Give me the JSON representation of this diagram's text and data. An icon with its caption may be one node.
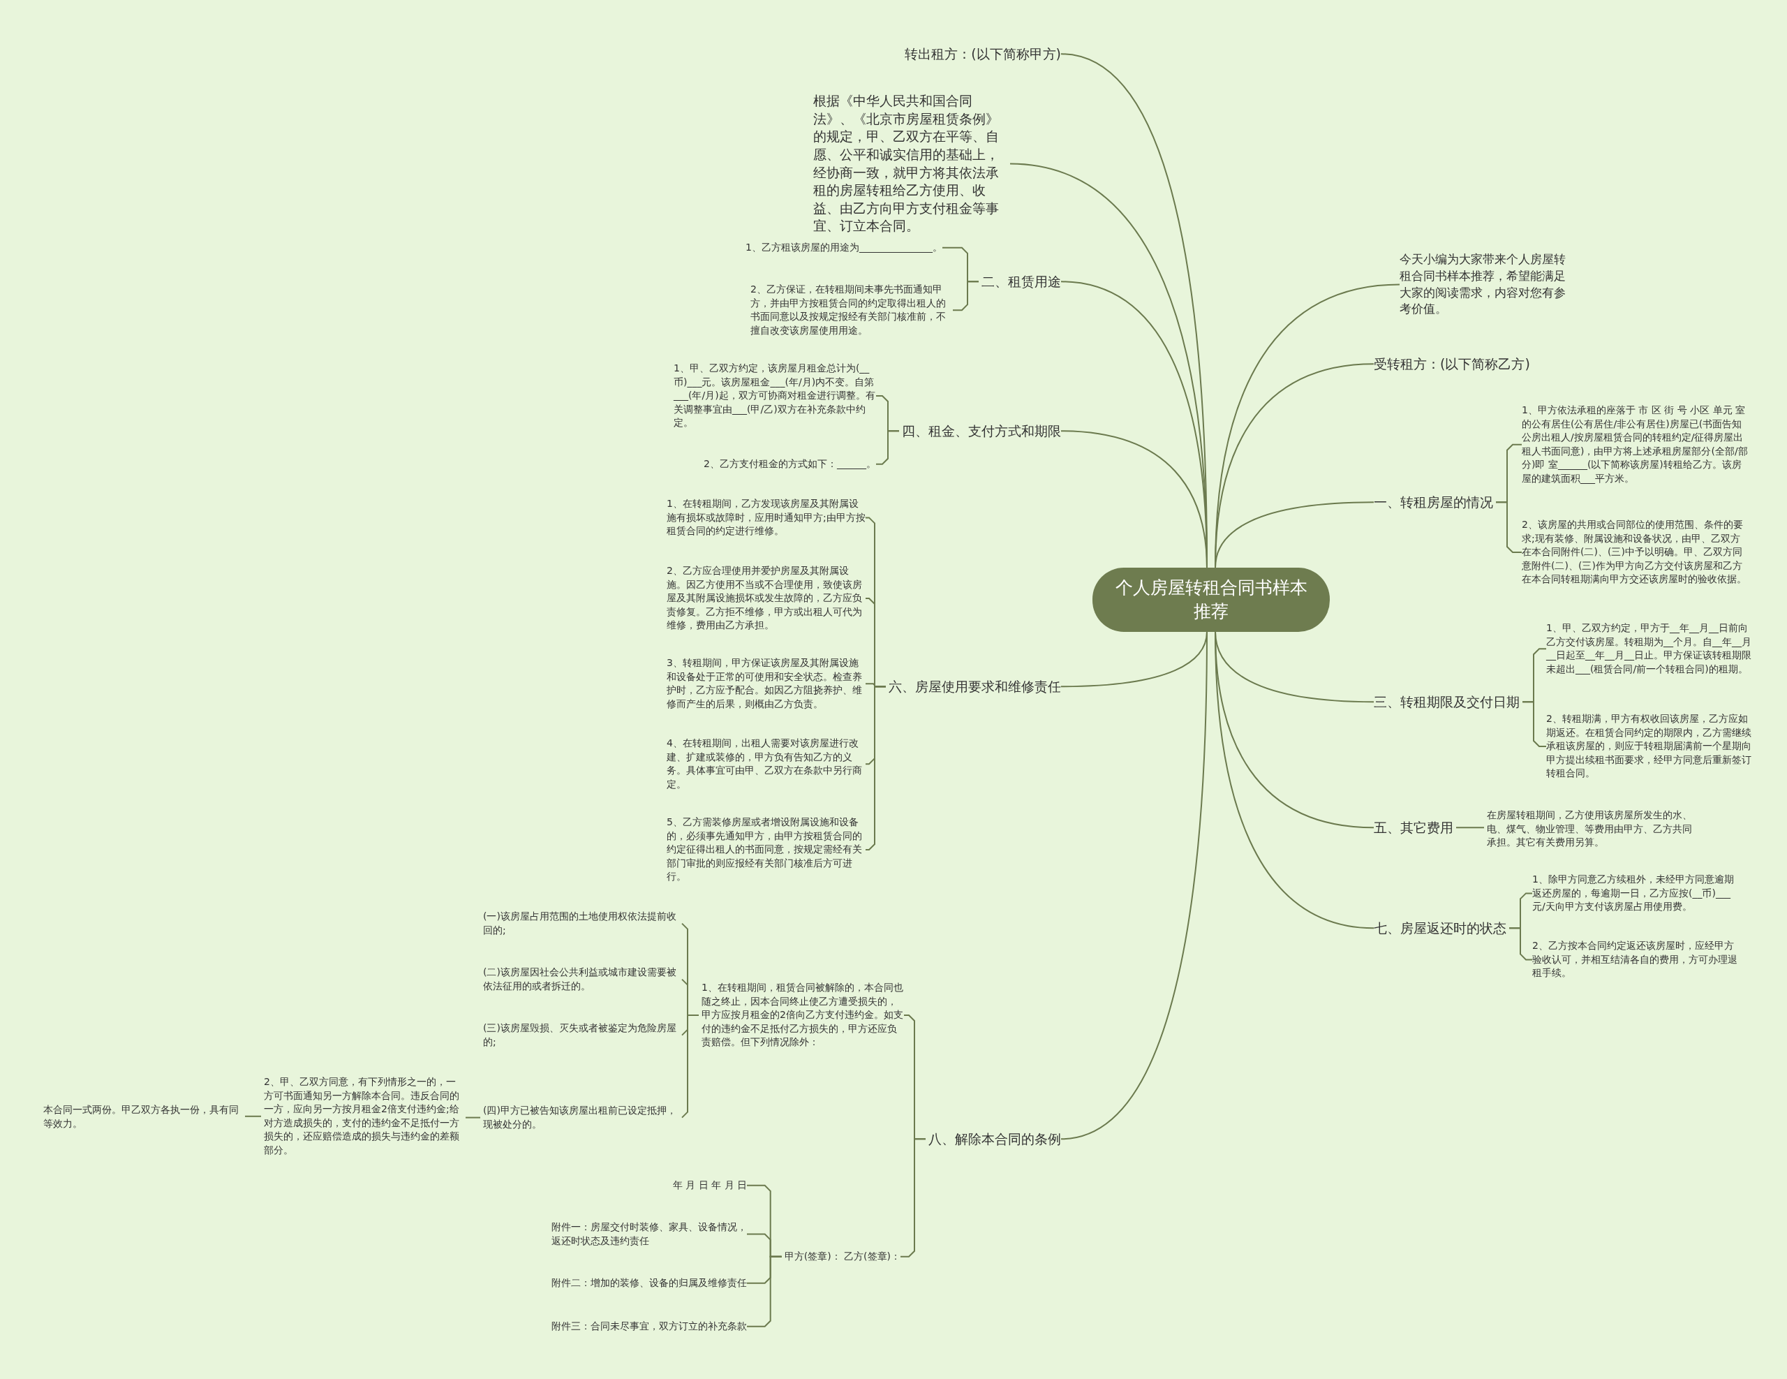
{
  "diagram": {
    "nodes": [
      {
        "text": [
          "个人房屋转租合同书样本推荐"
        ]
      },
      {
        "text": [
          "转出租方：(以下简称甲方)"
        ]
      },
      {
        "text": [
          "根据《中华人民共和国合同法》、《北京市房屋租赁条例》的规定，甲、乙双方在平等、自愿、公平和诚实信用的基础上，经协商一致，就甲方将其依法承租的房屋转租给乙方使用、收益、由乙方向甲方支付租金等事宜、订立本合同。"
        ]
      },
      {
        "text": [
          "二、租赁用途"
        ]
      },
      {
        "text": [
          "1、乙方租该房屋的用途为_______________。"
        ]
      },
      {
        "text": [
          "2、乙方保证，在转租期间未事先书面通知甲方，并由甲方按租赁合同的约定取得出租人的书面同意以及按规定报经有关部门核准前，不擅自改变该房屋使用用途。"
        ]
      },
      {
        "text": [
          "四、租金、支付方式和期限"
        ]
      },
      {
        "text": [
          "1、甲、乙双方约定，该房屋月租金总计为(__币)___元。该房屋租金___(年/月)内不变。自第___(年/月)起，双方可协商对租金进行调整。有关调整事宜由___(甲/乙)双方在补充条款中约定。"
        ]
      },
      {
        "text": [
          "2、乙方支付租金的方式如下：______。"
        ]
      },
      {
        "text": [
          "六、房屋使用要求和维修责任"
        ]
      },
      {
        "text": [
          "1、在转租期间，乙方发现该房屋及其附属设施有损坏或故障时，应用时通知甲方;由甲方按租赁合同的约定进行维修。"
        ]
      },
      {
        "text": [
          "2、乙方应合理使用并爱护房屋及其附属设施。因乙方使用不当或不合理使用，致使该房屋及其附属设施损坏或发生故障的，乙方应负责修复。乙方拒不维修，甲方或出租人可代为维修，费用由乙方承担。"
        ]
      },
      {
        "text": [
          "3、转租期间，甲方保证该房屋及其附属设施和设备处于正常的可使用和安全状态。检查养护时，乙方应予配合。如因乙方阻挠养护、维修而产生的后果，则概由乙方负责。"
        ]
      },
      {
        "text": [
          "4、在转租期间，出租人需要对该房屋进行改建、扩建或装修的，甲方负有告知乙方的义务。具体事宜可由甲、乙双方在条款中另行商定。"
        ]
      },
      {
        "text": [
          "5、乙方需装修房屋或者增设附属设施和设备的，必须事先通知甲方，由甲方按租赁合同的约定征得出租人的书面同意，按规定需经有关部门审批的则应报经有关部门核准后方可进行。"
        ]
      },
      {
        "text": [
          "八、解除本合同的条例"
        ]
      },
      {
        "text": [
          "1、在转租期间，租赁合同被解除的，本合同也随之终止，因本合同终止使乙方遭受损失的，甲方应按月租金的2倍向乙方支付违约金。如支付的违约金不足抵付乙方损失的，甲方还应负责赔偿。但下列情况除外："
        ]
      },
      {
        "text": [
          "(一)该房屋占用范围的土地使用权依法提前收回的;"
        ]
      },
      {
        "text": [
          "(二)该房屋因社会公共利益或城市建设需要被依法征用的或者拆迁的。"
        ]
      },
      {
        "text": [
          "(三)该房屋毁损、灭失或者被鉴定为危险房屋的;"
        ]
      },
      {
        "text": [
          "(四)甲方已被告知该房屋出租前已设定抵押，现被处分的。"
        ]
      },
      {
        "text": [
          "2、甲、乙双方同意，有下列情形之一的，一方可书面通知另一方解除本合同。违反合同的一方，应向另一方按月租金2倍支付违约金;给对方造成损失的，支付的违约金不足抵付一方损失的，还应赔偿造成的损失与违约金的差额部分。"
        ]
      },
      {
        "text": [
          "本合同一式两份。甲乙双方各执一份，具有同等效力。"
        ]
      },
      {
        "text": [
          "甲方(签章)： 乙方(签章)："
        ]
      },
      {
        "text": [
          "年 月 日 年 月 日"
        ]
      },
      {
        "text": [
          "附件一：房屋交付时装修、家具、设备情况，返还时状态及违约责任"
        ]
      },
      {
        "text": [
          "附件二：增加的装修、设备的归属及维修责任"
        ]
      },
      {
        "text": [
          "附件三：合同未尽事宜，双方订立的补充条款"
        ]
      },
      {
        "text": [
          "今天小编为大家带来个人房屋转租合同书样本推荐，希望能满足大家的阅读需求，内容对您有参考价值。"
        ]
      },
      {
        "text": [
          "受转租方：(以下简称乙方)"
        ]
      },
      {
        "text": [
          "一、转租房屋的情况"
        ]
      },
      {
        "text": [
          "1、甲方依法承租的座落于 市 区 街 号 小区 单元 室的公有居住(公有居住/非公有居住)房屋已(书面告知公房出租人/按房屋租赁合同的转租约定/征得房屋出租人书面同意)，由甲方将上述承租房屋部分(全部/部分)即 室______(以下简称该房屋)转租给乙方。该房屋的建筑面积___平方米。"
        ]
      },
      {
        "text": [
          "2、该房屋的共用或合同部位的使用范围、条件的要求;现有装修、附属设施和设备状况，由甲、乙双方在本合同附件(二)、(三)中予以明确。甲、乙双方同意附件(二)、(三)作为甲方向乙方交付该房屋和乙方在本合同转租期满向甲方交还该房屋时的验收依据。"
        ]
      },
      {
        "text": [
          "三、转租期限及交付日期"
        ]
      },
      {
        "text": [
          "1、甲、乙双方约定，甲方于__年__月__日前向乙方交付该房屋。转租期为__个月。自__年__月__日起至__年__月__日止。甲方保证该转租期限未超出___(租赁合同/前一个转租合同)的租期。"
        ]
      },
      {
        "text": [
          "2、转租期满，甲方有权收回该房屋，乙方应如期返还。在租赁合同约定的期限内，乙方需继续承租该房屋的，则应于转租期届满前一个星期向甲方提出续租书面要求，经甲方同意后重新签订转租合同。"
        ]
      },
      {
        "text": [
          "五、其它费用"
        ]
      },
      {
        "text": [
          "在房屋转租期间，乙方使用该房屋所发生的水、电、煤气、物业管理、等费用由甲方、乙方共同承担。其它有关费用另算。"
        ]
      },
      {
        "text": [
          "七、房屋返还时的状态"
        ]
      },
      {
        "text": [
          "1、除甲方同意乙方续租外，未经甲方同意逾期返还房屋的，每逾期一日，乙方应按(__币)___元/天向甲方支付该房屋占用使用费。"
        ]
      },
      {
        "text": [
          "2、乙方按本合同约定返还该房屋时，应经甲方验收认可，并相互结清各自的费用，方可办理退租手续。"
        ]
      }
    ],
    "edges": [
      {
        "from": 0,
        "to": 1,
        "arrow": "none"
      },
      {
        "from": 0,
        "to": 2,
        "arrow": "none"
      },
      {
        "from": 0,
        "to": 3,
        "arrow": "none"
      },
      {
        "from": 3,
        "to": 4,
        "arrow": "none"
      },
      {
        "from": 3,
        "to": 5,
        "arrow": "none"
      },
      {
        "from": 0,
        "to": 6,
        "arrow": "none"
      },
      {
        "from": 6,
        "to": 7,
        "arrow": "none"
      },
      {
        "from": 6,
        "to": 8,
        "arrow": "none"
      },
      {
        "from": 0,
        "to": 9,
        "arrow": "none"
      },
      {
        "from": 9,
        "to": 10,
        "arrow": "none"
      },
      {
        "from": 9,
        "to": 11,
        "arrow": "none"
      },
      {
        "from": 9,
        "to": 12,
        "arrow": "none"
      },
      {
        "from": 9,
        "to": 13,
        "arrow": "none"
      },
      {
        "from": 9,
        "to": 14,
        "arrow": "none"
      },
      {
        "from": 0,
        "to": 15,
        "arrow": "none"
      },
      {
        "from": 15,
        "to": 16,
        "arrow": "none"
      },
      {
        "from": 16,
        "to": 17,
        "arrow": "none"
      },
      {
        "from": 16,
        "to": 18,
        "arrow": "none"
      },
      {
        "from": 16,
        "to": 19,
        "arrow": "none"
      },
      {
        "from": 16,
        "to": 20,
        "arrow": "none"
      },
      {
        "from": 20,
        "to": 21,
        "arrow": "none"
      },
      {
        "from": 21,
        "to": 22,
        "arrow": "none"
      },
      {
        "from": 15,
        "to": 23,
        "arrow": "none"
      },
      {
        "from": 23,
        "to": 24,
        "arrow": "none"
      },
      {
        "from": 23,
        "to": 25,
        "arrow": "none"
      },
      {
        "from": 23,
        "to": 26,
        "arrow": "none"
      },
      {
        "from": 23,
        "to": 27,
        "arrow": "none"
      },
      {
        "from": 0,
        "to": 28,
        "arrow": "none"
      },
      {
        "from": 0,
        "to": 29,
        "arrow": "none"
      },
      {
        "from": 0,
        "to": 30,
        "arrow": "none"
      },
      {
        "from": 30,
        "to": 31,
        "arrow": "none"
      },
      {
        "from": 30,
        "to": 32,
        "arrow": "none"
      },
      {
        "from": 0,
        "to": 33,
        "arrow": "none"
      },
      {
        "from": 33,
        "to": 34,
        "arrow": "none"
      },
      {
        "from": 33,
        "to": 35,
        "arrow": "none"
      },
      {
        "from": 0,
        "to": 36,
        "arrow": "none"
      },
      {
        "from": 36,
        "to": 37,
        "arrow": "none"
      },
      {
        "from": 0,
        "to": 38,
        "arrow": "none"
      },
      {
        "from": 38,
        "to": 39,
        "arrow": "none"
      },
      {
        "from": 38,
        "to": 40,
        "arrow": "none"
      }
    ]
  }
}
